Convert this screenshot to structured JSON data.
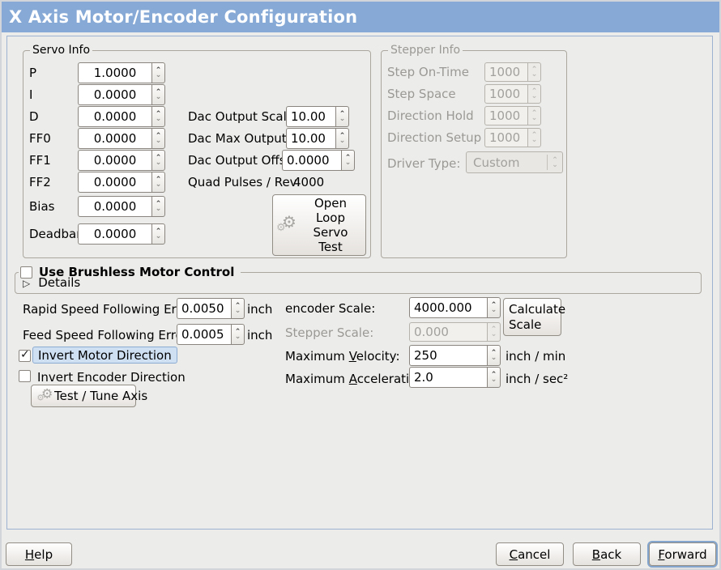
{
  "window": {
    "title": "X Axis Motor/Encoder Configuration"
  },
  "servo_info": {
    "legend": "Servo Info",
    "rows": [
      {
        "label": "P",
        "value": "1.0000"
      },
      {
        "label": "I",
        "value": "0.0000"
      },
      {
        "label": "D",
        "value": "0.0000"
      },
      {
        "label": "FF0",
        "value": "0.0000"
      },
      {
        "label": "FF1",
        "value": "0.0000"
      },
      {
        "label": "FF2",
        "value": "0.0000"
      },
      {
        "label": "Bias",
        "value": "0.0000"
      },
      {
        "label": "Deadband",
        "value": "0.0000"
      }
    ]
  },
  "dac": {
    "output_scale_label": "Dac Output Scale:",
    "output_scale_value": "10.00",
    "max_output_label": "Dac Max Output:",
    "max_output_value": "10.00",
    "output_offset_label": "Dac Output Offset:",
    "output_offset_value": "0.0000",
    "quad_pulses_label": "Quad Pulses / Rev:",
    "quad_pulses_value": "4000"
  },
  "open_loop_test_button": "Open\nLoop\nServo\nTest",
  "stepper_info": {
    "legend": "Stepper Info",
    "rows": [
      {
        "label": "Step On-Time",
        "value": "1000"
      },
      {
        "label": "Step Space",
        "value": "1000"
      },
      {
        "label": "Direction Hold",
        "value": "1000"
      },
      {
        "label": "Direction Setup",
        "value": "1000"
      }
    ],
    "driver_type_label": "Driver Type:",
    "driver_type_value": "Custom"
  },
  "brushless": {
    "checkbox_label": "Use Brushless Motor Control",
    "details_label": "Details"
  },
  "following_error": {
    "rapid_label": "Rapid Speed Following Error:",
    "rapid_value": "0.0050",
    "rapid_unit": "inch",
    "feed_label": "Feed Speed Following Error:",
    "feed_value": "0.0005",
    "feed_unit": "inch"
  },
  "direction": {
    "invert_motor_label": "Invert Motor Direction",
    "invert_encoder_label": "Invert Encoder Direction"
  },
  "test_tune_button": "Test / Tune Axis",
  "scaling": {
    "encoder_scale_label": "encoder Scale:",
    "encoder_scale_value": "4000.000",
    "calculate_button": "Calculate Scale",
    "stepper_scale_label": "Stepper Scale:",
    "stepper_scale_value": "0.000",
    "max_velocity_label": {
      "pre": "Maximum ",
      "key": "V",
      "post": "elocity:"
    },
    "max_velocity_value": "250",
    "max_velocity_unit": "inch / min",
    "max_accel_label": {
      "pre": "Maximum ",
      "key": "A",
      "post": "cceleration:"
    },
    "max_accel_value": "2.0",
    "max_accel_unit": "inch / sec²"
  },
  "footer": {
    "help": {
      "key": "H",
      "rest": "elp"
    },
    "cancel": {
      "key": "C",
      "rest": "ancel"
    },
    "back": {
      "key": "B",
      "rest": "ack"
    },
    "forward": {
      "key": "F",
      "rest": "orward"
    }
  },
  "colors": {
    "header_bg": "#86a9d6",
    "panel_border": "#9cb2d0",
    "focus_ring": "#84a5cd",
    "highlight_bg": "#cfe0f3",
    "highlight_border": "#8cacd2"
  }
}
